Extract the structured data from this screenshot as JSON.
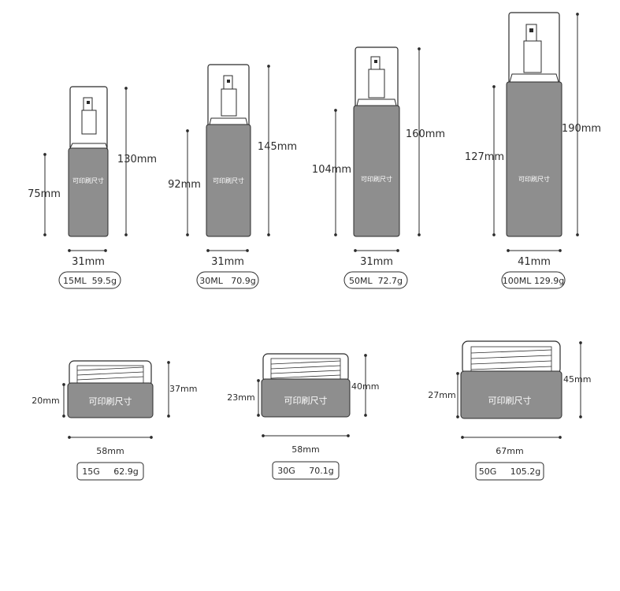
{
  "colors": {
    "body": "#8e8e8e",
    "outline": "#2b2b2b",
    "print_text": "#ffffff"
  },
  "print_label": "可印刷尺寸",
  "bottles": [
    {
      "height_label": "130mm",
      "body_height_label": "75mm",
      "width_label": "31mm",
      "spec": "15ML  59.5g"
    },
    {
      "height_label": "145mm",
      "body_height_label": "92mm",
      "width_label": "31mm",
      "spec": "30ML   70.9g"
    },
    {
      "height_label": "160mm",
      "body_height_label": "104mm",
      "width_label": "31mm",
      "spec": "50ML  72.7g"
    },
    {
      "height_label": "190mm",
      "body_height_label": "127mm",
      "width_label": "41mm",
      "spec": "100ML 129.9g"
    }
  ],
  "jars": [
    {
      "height_label": "37mm",
      "body_height_label": "20mm",
      "width_label": "58mm",
      "spec": "15G     62.9g"
    },
    {
      "height_label": "40mm",
      "body_height_label": "23mm",
      "width_label": "58mm",
      "spec": "30G     70.1g"
    },
    {
      "height_label": "45mm",
      "body_height_label": "27mm",
      "width_label": "67mm",
      "spec": "50G     105.2g"
    }
  ]
}
